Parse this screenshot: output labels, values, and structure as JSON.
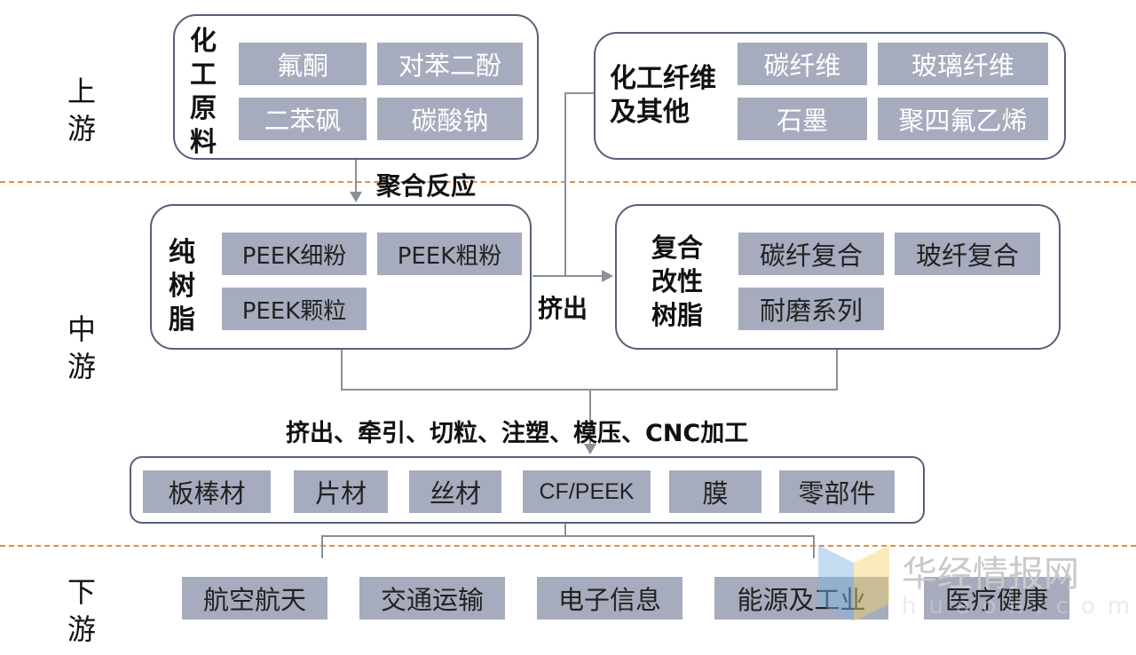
{
  "stages": {
    "upstream": "上游",
    "midstream": "中游",
    "downstream": "下游"
  },
  "upstream": {
    "chemical_raw_materials": {
      "title": "化工原料",
      "items": [
        "氟酮",
        "对苯二酚",
        "二苯砜",
        "碳酸钠"
      ]
    },
    "chemical_fibers": {
      "title": "化工纤维及其他",
      "items": [
        "碳纤维",
        "玻璃纤维",
        "石墨",
        "聚四氟乙烯"
      ]
    }
  },
  "processes": {
    "polymerization": "聚合反应",
    "extrusion": "挤出",
    "manufacturing": "挤出、牵引、切粒、注塑、模压、CNC加工"
  },
  "midstream": {
    "pure_resin": {
      "title": "纯树脂",
      "items": [
        "PEEK细粉",
        "PEEK粗粉",
        "PEEK颗粒"
      ]
    },
    "composite_resin": {
      "title": "复合改性树脂",
      "items": [
        "碳纤复合",
        "玻纤复合",
        "耐磨系列"
      ]
    },
    "products": [
      "板棒材",
      "片材",
      "丝材",
      "CF/PEEK",
      "膜",
      "零部件"
    ]
  },
  "downstream": {
    "applications": [
      "航空航天",
      "交通运输",
      "电子信息",
      "能源及工业",
      "医疗健康"
    ]
  },
  "watermark": {
    "brand": "华经情报网",
    "domain": "huaon.com"
  },
  "colors": {
    "chip": "#a6acbd",
    "border": "#56607a",
    "divider": "#ef8a3c"
  }
}
